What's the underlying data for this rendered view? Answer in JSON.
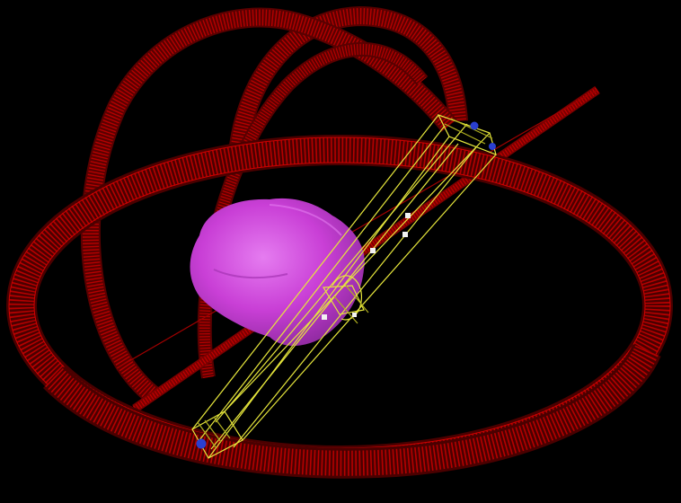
{
  "viewport": {
    "background": "#000000",
    "interaction": "3d-rotatable-render"
  },
  "scene": {
    "colors": {
      "ring": "#b50000",
      "ring_dark": "#5a0000",
      "ring_tick": "#1a0000",
      "probe": "#e6e63c",
      "probe_dim": "#b0b020",
      "brain": "#c93fd6",
      "brain_shade": "#8f2aa0",
      "brain_highlight": "#e57cf0",
      "endpoint": "#2a3fd0",
      "marker": "#f2f2f2"
    },
    "objects": [
      {
        "name": "ring-outer-base",
        "kind": "wireframe-ring"
      },
      {
        "name": "ring-arc-left",
        "kind": "wireframe-ring"
      },
      {
        "name": "ring-arc-top",
        "kind": "wireframe-ring"
      },
      {
        "name": "ring-arc-diagonal",
        "kind": "wireframe-ring"
      },
      {
        "name": "brain-volume",
        "kind": "surface-mesh"
      },
      {
        "name": "probe-trajectory",
        "kind": "wireframe-prism"
      },
      {
        "name": "probe-endpoints",
        "kind": "point-markers"
      },
      {
        "name": "trajectory-markers",
        "kind": "point-markers"
      }
    ],
    "marker_count": 5,
    "endpoint_count": 3
  }
}
